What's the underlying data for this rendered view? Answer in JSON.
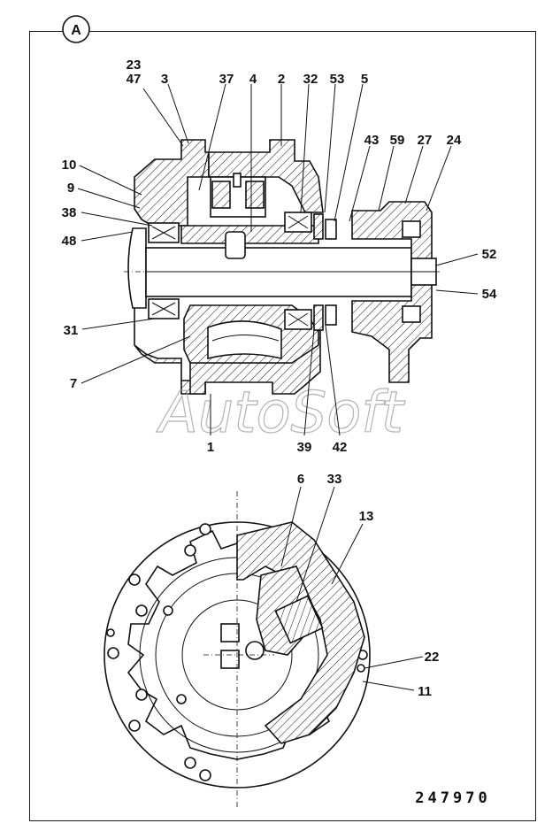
{
  "view_badge": "A",
  "figure_number": "247970",
  "watermark": "AutoSoft",
  "callouts": {
    "c23": "23",
    "c47": "47",
    "c3": "3",
    "c37": "37",
    "c4": "4",
    "c2": "2",
    "c32": "32",
    "c53": "53",
    "c5": "5",
    "c43": "43",
    "c59": "59",
    "c27": "27",
    "c24": "24",
    "c10": "10",
    "c9": "9",
    "c38": "38",
    "c48": "48",
    "c52": "52",
    "c54": "54",
    "c31": "31",
    "c7": "7",
    "c1": "1",
    "c39": "39",
    "c42": "42",
    "c6": "6",
    "c33": "33",
    "c13": "13",
    "c22": "22",
    "c11": "11"
  }
}
